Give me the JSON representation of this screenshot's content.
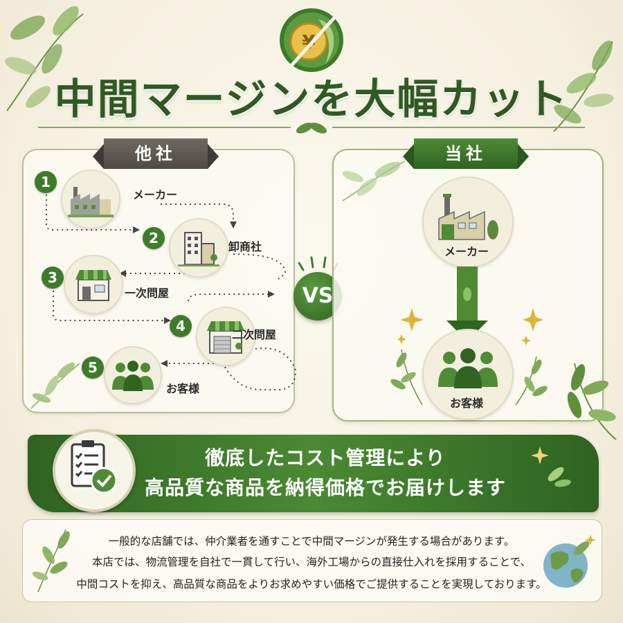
{
  "title": "中間マージンを大幅カット",
  "left_panel": {
    "label": "他社",
    "steps": [
      {
        "num": "1",
        "label": "メーカー",
        "icon": "factory-icon"
      },
      {
        "num": "2",
        "label": "卸商社",
        "icon": "office-building-icon"
      },
      {
        "num": "3",
        "label": "一次問屋",
        "icon": "shop-icon"
      },
      {
        "num": "4",
        "label": "二次問屋",
        "icon": "warehouse-shop-icon"
      },
      {
        "num": "5",
        "label": "お客様",
        "icon": "customers-icon"
      }
    ]
  },
  "vs_label": "VS",
  "right_panel": {
    "label": "当社",
    "maker_label": "メーカー",
    "customer_label": "お客様"
  },
  "banner": {
    "line1": "徹底したコスト管理により",
    "line2": "高品質な商品を納得価格でお届けします"
  },
  "info": {
    "line1": "一般的な店舗では、仲介業者を通すことで中間マージンが発生する場合があります。",
    "line2": "本店では、物流管理を自社で一貫して行い、海外工場からの直接仕入れを採用することで、",
    "line3": "中間コストを抑え、高品質な商品をよりお求めやすい価格でご提供することを実現しております。"
  },
  "colors": {
    "accent_green": "#3e7b2b",
    "dark_green": "#2f5a23",
    "gold": "#e0b33a",
    "background": "#f7f3e6"
  }
}
